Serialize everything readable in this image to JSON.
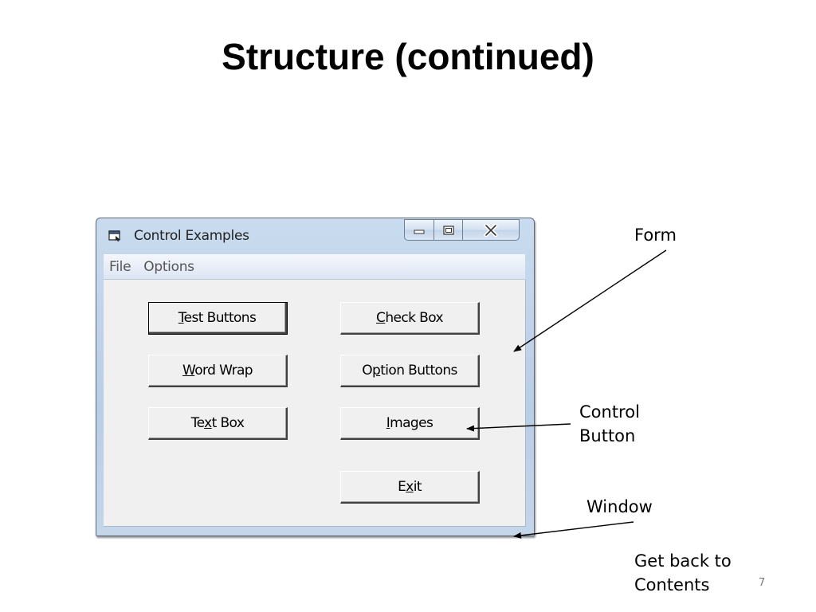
{
  "slide": {
    "title": "Structure (continued)",
    "page_number": "7"
  },
  "annotations": {
    "form": "Form",
    "control_button_line1": "Control",
    "control_button_line2": "Button",
    "window": "Window",
    "back_line1": "Get back to",
    "back_line2": "Contents"
  },
  "window": {
    "title": "Control Examples",
    "icon": "form-app-icon",
    "caption_buttons": [
      "minimize-icon",
      "maximize-icon",
      "close-icon"
    ],
    "menu": [
      "File",
      "Options"
    ]
  },
  "buttons": {
    "test_buttons": {
      "pre": "",
      "key": "T",
      "post": "est Buttons"
    },
    "check_box": {
      "pre": "",
      "key": "C",
      "post": "heck Box"
    },
    "word_wrap": {
      "pre": "",
      "key": "W",
      "post": "ord Wrap"
    },
    "option_buttons": {
      "pre": "O",
      "key": "p",
      "post": "tion Buttons"
    },
    "text_box": {
      "pre": "Te",
      "key": "x",
      "post": "t Box"
    },
    "images": {
      "pre": "",
      "key": "I",
      "post": "mages"
    },
    "exit": {
      "pre": "E",
      "key": "x",
      "post": "it"
    }
  },
  "colors": {
    "frame": "#c5d6ea",
    "client": "#f0f0f0",
    "menubar": "#e6edf8"
  }
}
